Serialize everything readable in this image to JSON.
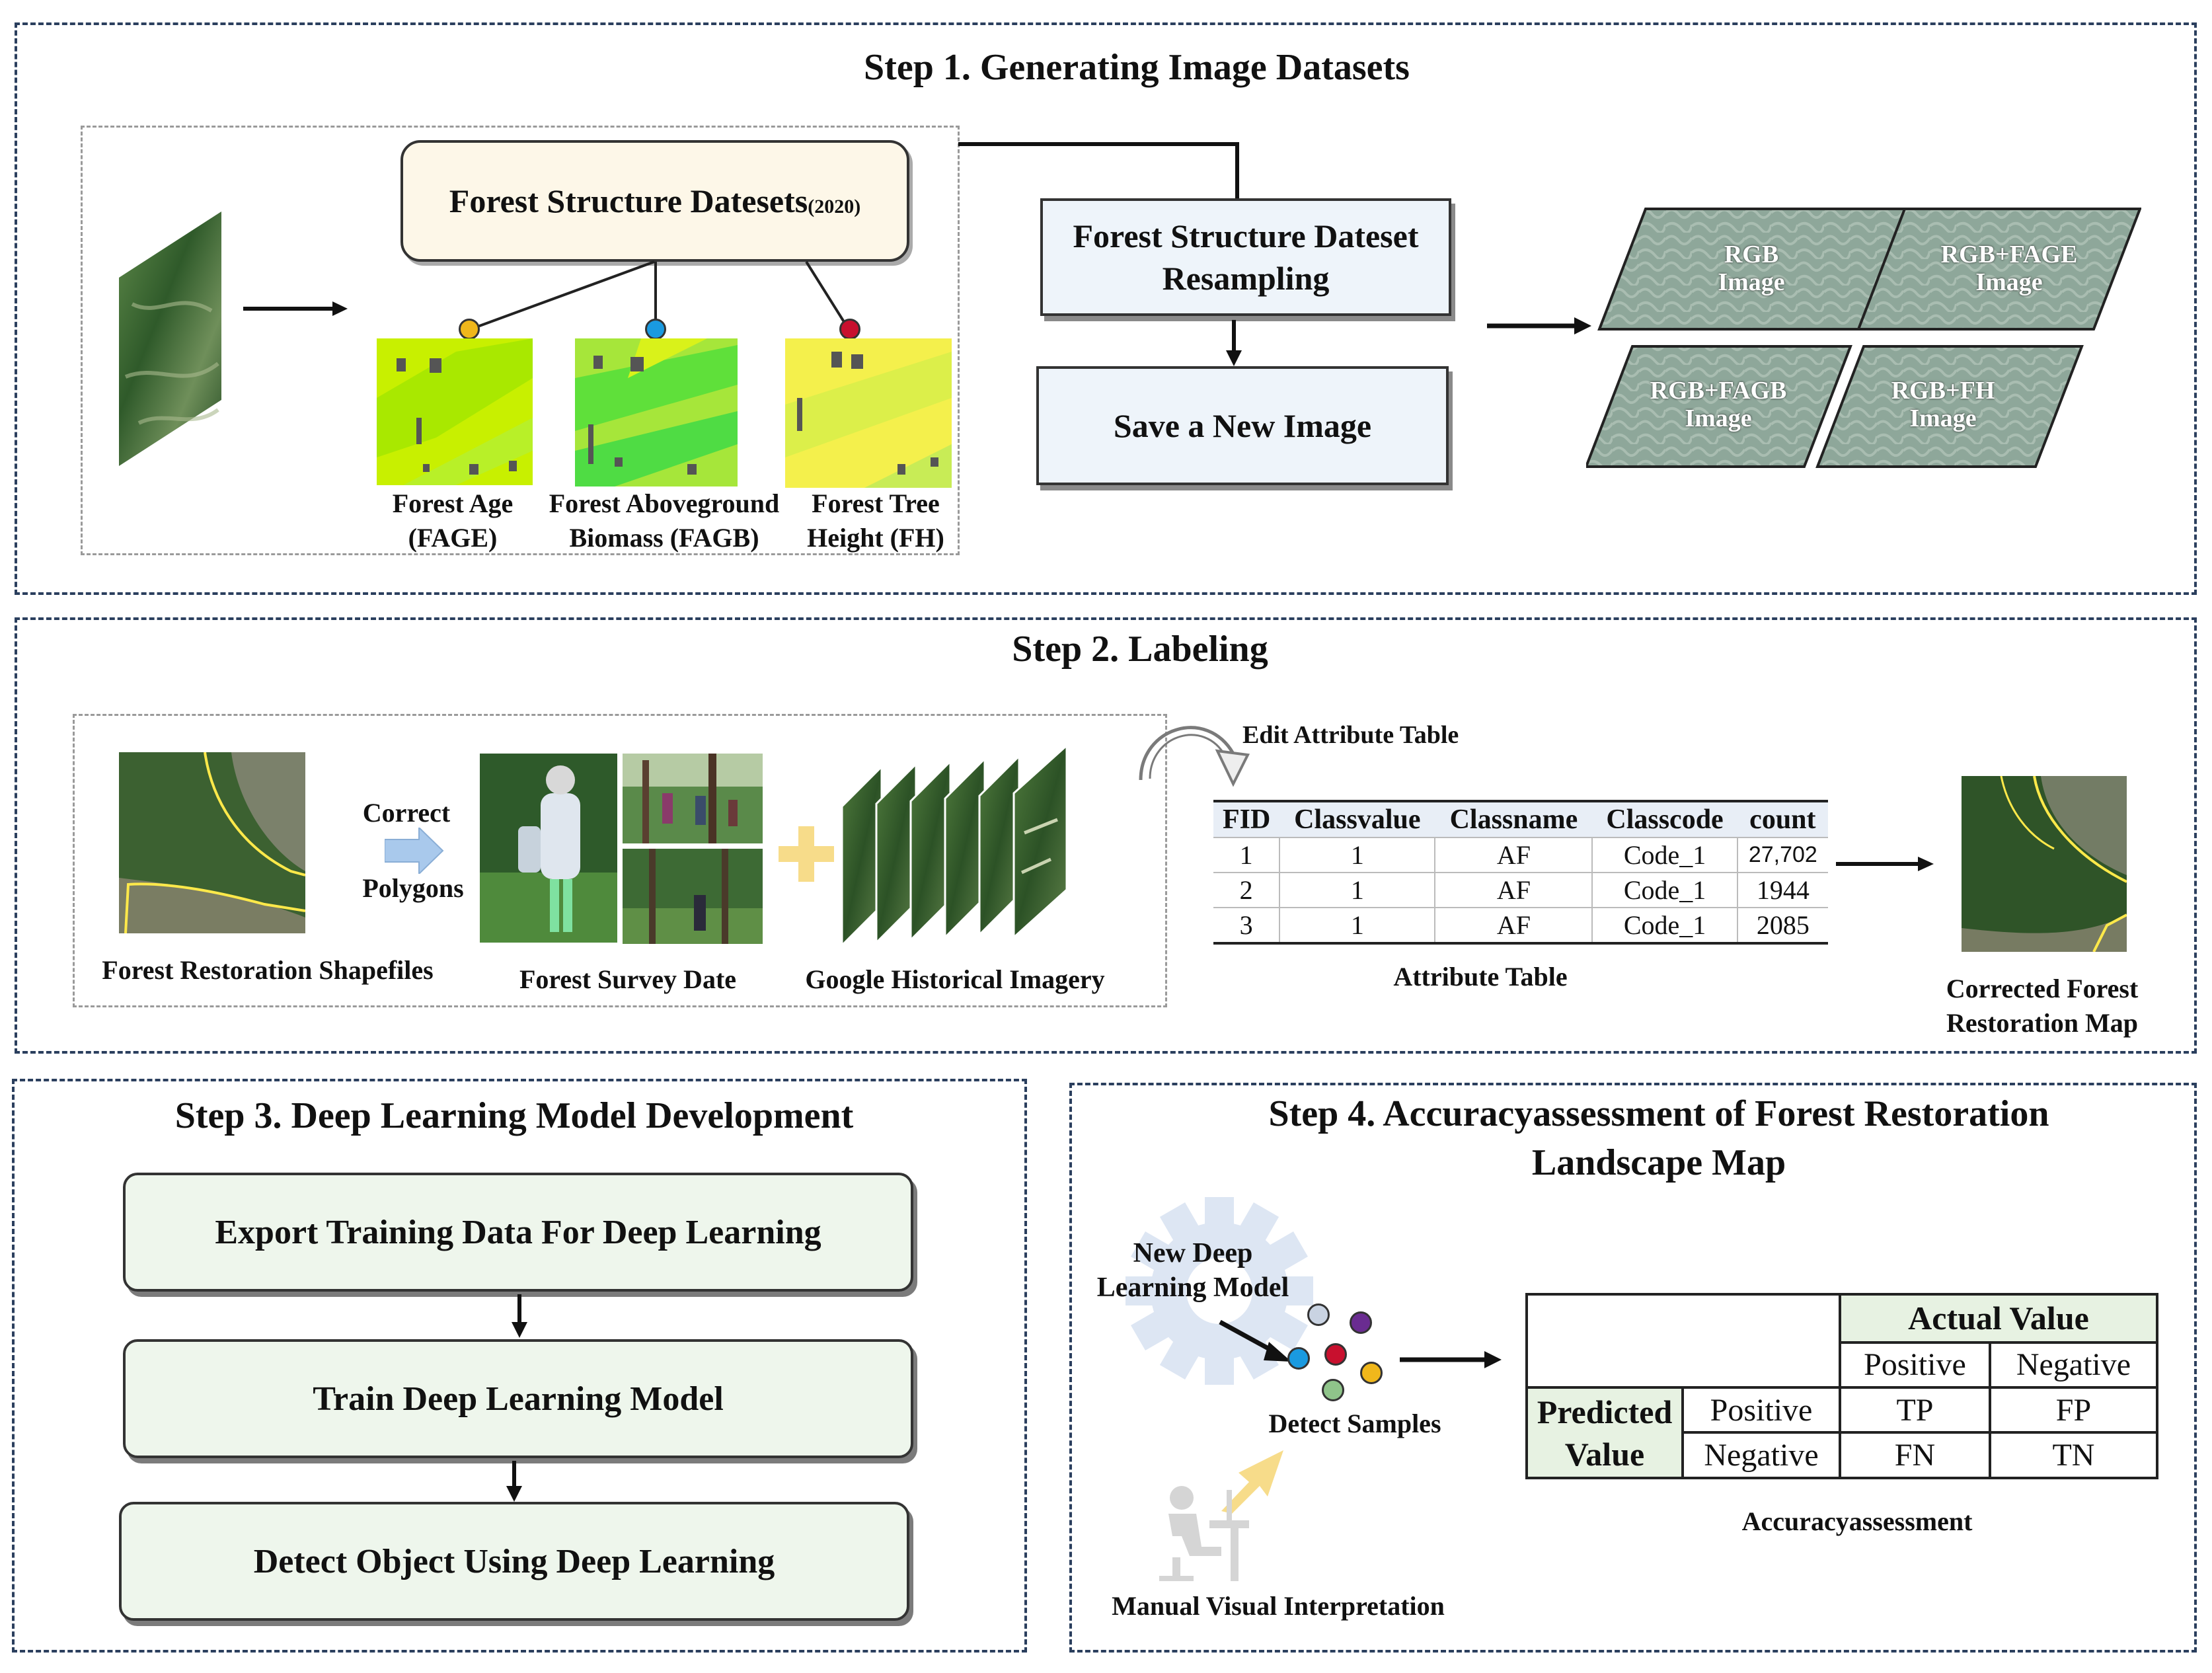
{
  "step1": {
    "title": "Step 1. Generating Image Datasets",
    "fsd_main": "Forest Structure Datesets",
    "fsd_sub": "(2020)",
    "maps": [
      {
        "label": "Forest Age\n(FAGE)",
        "dot_color": "#f0b71b"
      },
      {
        "label": "Forest Aboveground\nBiomass (FAGB)",
        "dot_color": "#1a9ae0"
      },
      {
        "label": "Forest Tree\nHeight (FH)",
        "dot_color": "#c8102e"
      }
    ],
    "resampling": "Forest Structure Dateset\nResampling",
    "save": "Save a New Image",
    "images": [
      {
        "label": "RGB\nImage"
      },
      {
        "label": "RGB+FAGE\nImage"
      },
      {
        "label": "RGB+FAGB\nImage"
      },
      {
        "label": "RGB+FH\nImage"
      }
    ]
  },
  "step2": {
    "title": "Step 2. Labeling",
    "shapefiles_label": "Forest Restoration Shapefiles",
    "correct_top": "Correct",
    "correct_bottom": "Polygons",
    "survey_label": "Forest Survey Date",
    "google_label": "Google Historical Imagery",
    "edit_label": "Edit Attribute Table",
    "table": {
      "headers": [
        "FID",
        "Classvalue",
        "Classname",
        "Classcode",
        "count"
      ],
      "rows": [
        [
          "1",
          "1",
          "AF",
          "Code_1",
          "27,702"
        ],
        [
          "2",
          "1",
          "AF",
          "Code_1",
          "1944"
        ],
        [
          "3",
          "1",
          "AF",
          "Code_1",
          "2085"
        ]
      ]
    },
    "table_caption": "Attribute Table",
    "corrected_label": "Corrected Forest\nRestoration Map"
  },
  "step3": {
    "title": "Step 3. Deep Learning Model Development",
    "boxes": [
      "Export Training Data For Deep Learning",
      "Train Deep Learning Model",
      "Detect Object Using Deep Learning"
    ]
  },
  "step4": {
    "title": "Step 4. Accuracyassessment of Forest Restoration\nLandscape Map",
    "model_label": "New Deep\nLearning Model",
    "detect_label": "Detect Samples",
    "manual_label": "Manual  Visual Interpretation",
    "matrix": {
      "actual": "Actual Value",
      "predicted": "Predicted\nValue",
      "positive": "Positive",
      "negative": "Negative",
      "tp": "TP",
      "fp": "FP",
      "fn": "FN",
      "tn": "TN"
    },
    "caption": "Accuracyassessment",
    "sample_dots": [
      "#c9d3e2",
      "#6a2c91",
      "#c8102e",
      "#1a9ae0",
      "#f0b71b",
      "#8fc48a"
    ]
  }
}
